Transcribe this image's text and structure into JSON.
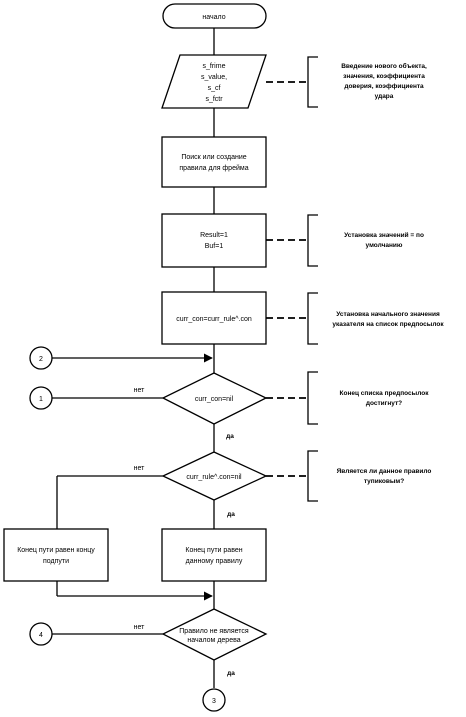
{
  "nodes": {
    "start": "начало",
    "io": [
      "s_frime",
      "s_value,",
      "s_cf",
      "s_fctr"
    ],
    "search": [
      "Поиск или создание",
      "правила для фрейма"
    ],
    "init": [
      "Result=1",
      "Buf=1"
    ],
    "assign": "curr_con=curr_rule^.con",
    "dec1": "curr_con=nil",
    "dec2": "curr_rule^.con=nil",
    "left_box": [
      "Конец пути равен концу",
      "подпути"
    ],
    "mid_box": [
      "Конец пути равен",
      "данному правилу"
    ],
    "dec3": [
      "Правило не является",
      "началом дерева"
    ]
  },
  "comments": {
    "c1": [
      "Введение нового объекта,",
      "значения, коэффициента",
      "доверия, коэффициента",
      "удара"
    ],
    "c2": [
      "Установка значений = по",
      "умолчанию"
    ],
    "c3": [
      "Установка начального значения",
      "указателя на список предпосылок"
    ],
    "c4": [
      "Конец списка предпосылок",
      "достигнут?"
    ],
    "c5": [
      "Является ли данное правило",
      "тупиковым?"
    ]
  },
  "connectors": {
    "c1": "1",
    "c2": "2",
    "c3": "3",
    "c4": "4"
  },
  "labels": {
    "no": "нет",
    "yes": "да"
  }
}
